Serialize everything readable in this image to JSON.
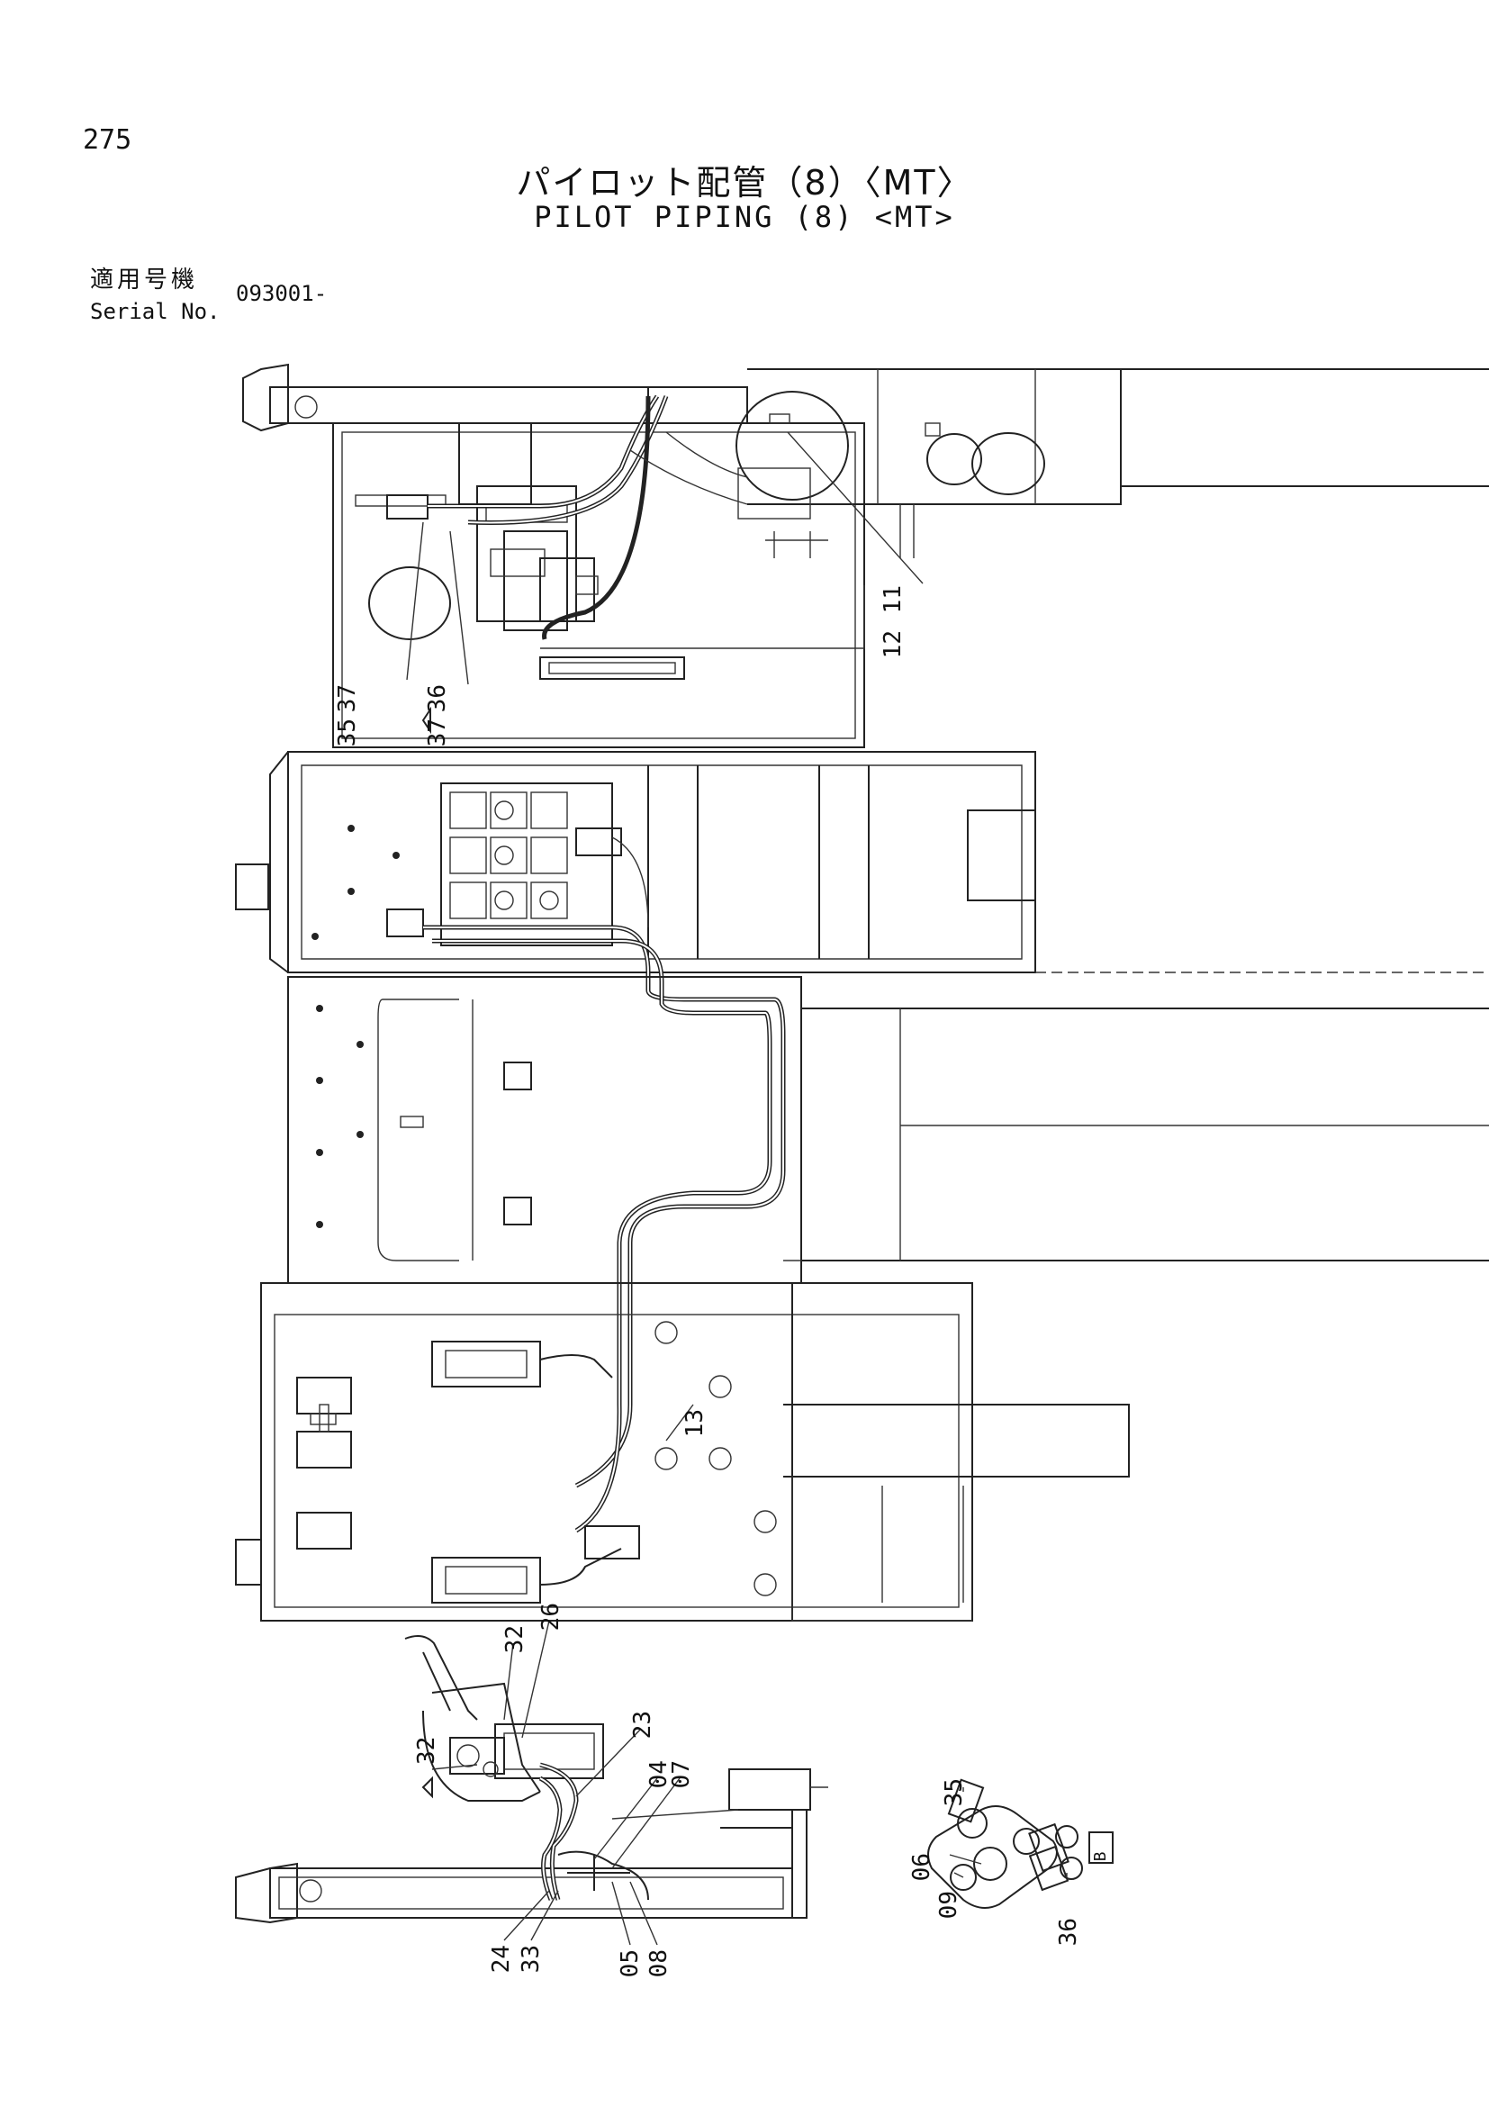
{
  "page_number": "275",
  "title_jp": "パイロット配管（8）〈MT〉",
  "title_en": "PILOT PIPING (8) <MT>",
  "serial": {
    "label_jp": "適用号機",
    "label_en": "Serial No.",
    "value": "093001-"
  },
  "callouts": {
    "c11": "11",
    "c12": "12",
    "c37a": "37",
    "c35a": "35",
    "c36a": "36",
    "c37b": "37",
    "c13": "13",
    "c32a": "32",
    "c26": "26",
    "c23": "23",
    "c04": "04",
    "c07": "07",
    "c32b": "32",
    "c24": "24",
    "c33": "33",
    "c05": "05",
    "c08": "08",
    "c35b": "35",
    "c06": "06",
    "c09": "09",
    "c36b": "36",
    "view_b": "B"
  }
}
